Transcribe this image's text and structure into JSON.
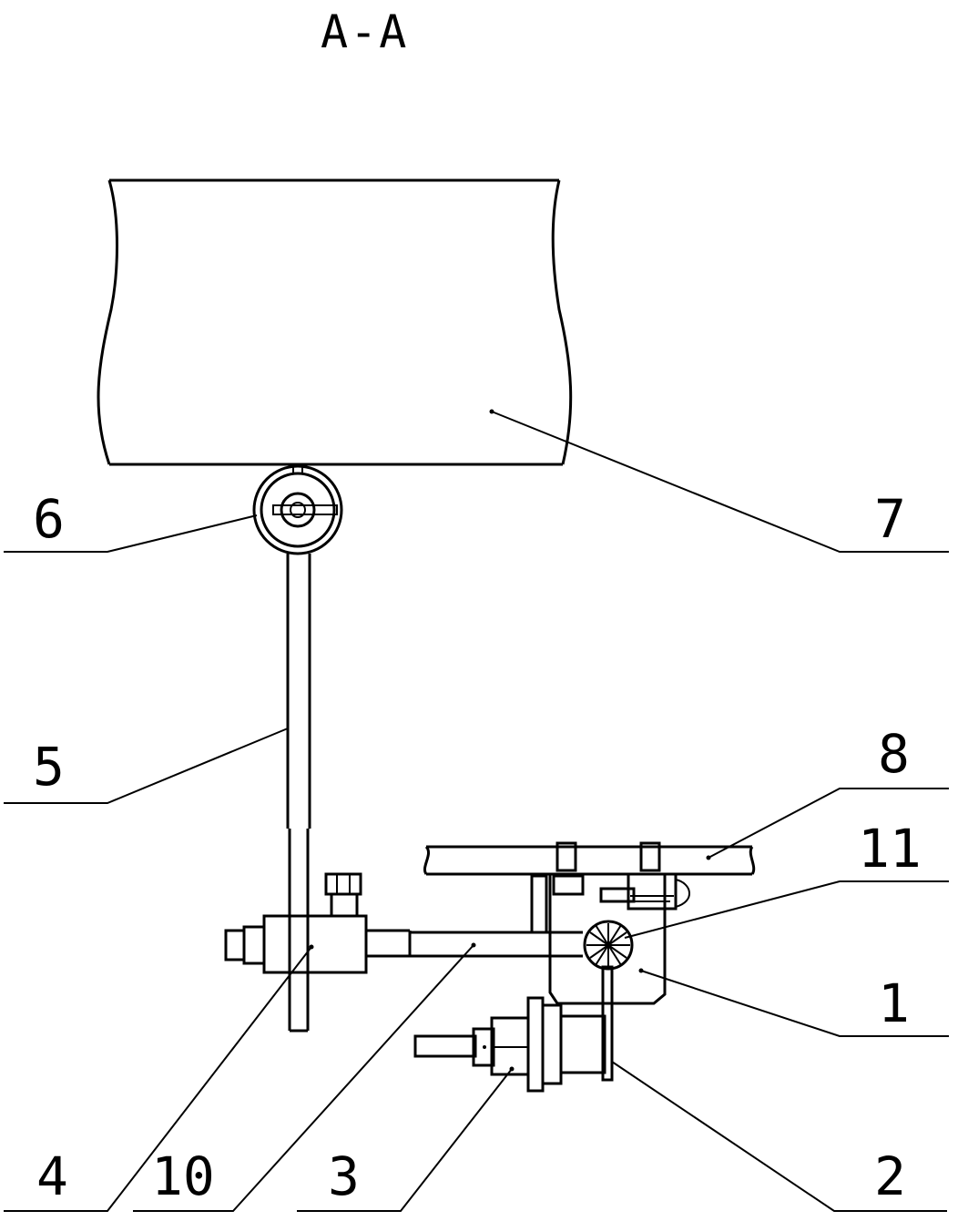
{
  "title": "A-A",
  "labels": {
    "l1": "1",
    "l2": "2",
    "l3": "3",
    "l4": "4",
    "l5": "5",
    "l6": "6",
    "l7": "7",
    "l8": "8",
    "l10": "10",
    "l11": "11"
  }
}
